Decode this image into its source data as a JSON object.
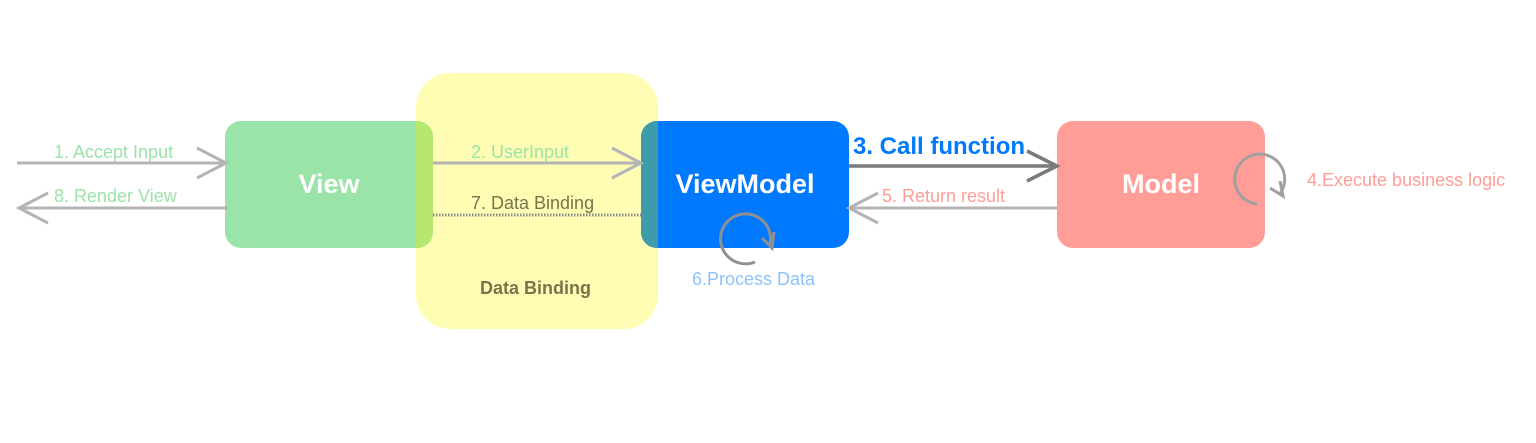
{
  "colors": {
    "view_box": "#9ae3a9",
    "viewmodel_box": "#0079ff",
    "model_box": "#ff9d96",
    "data_binding_overlay": "#fffdb4",
    "view_overlap": "#b6e86e",
    "viewmodel_overlap": "#3e9ba9",
    "arrow_gray": "#b4b4b4",
    "arrow_dark": "#7a7a7a",
    "green_text": "#9ae3a9",
    "pink_text": "#ff9d96",
    "blue_text": "#0079ff",
    "light_blue_text": "#8cc2ff",
    "olive_text": "#77744c"
  },
  "boxes": {
    "view": "View",
    "viewmodel": "ViewModel",
    "model": "Model"
  },
  "data_binding_region": {
    "label": "Data Binding"
  },
  "steps": {
    "accept_input": "1. Accept Input",
    "user_input": "2. UserInput",
    "call_function": "3. Call function",
    "execute_logic": "4.Execute business logic",
    "return_result": "5. Return result",
    "process_data": "6.Process Data",
    "data_binding": "7. Data Binding",
    "render_view": "8. Render View"
  }
}
